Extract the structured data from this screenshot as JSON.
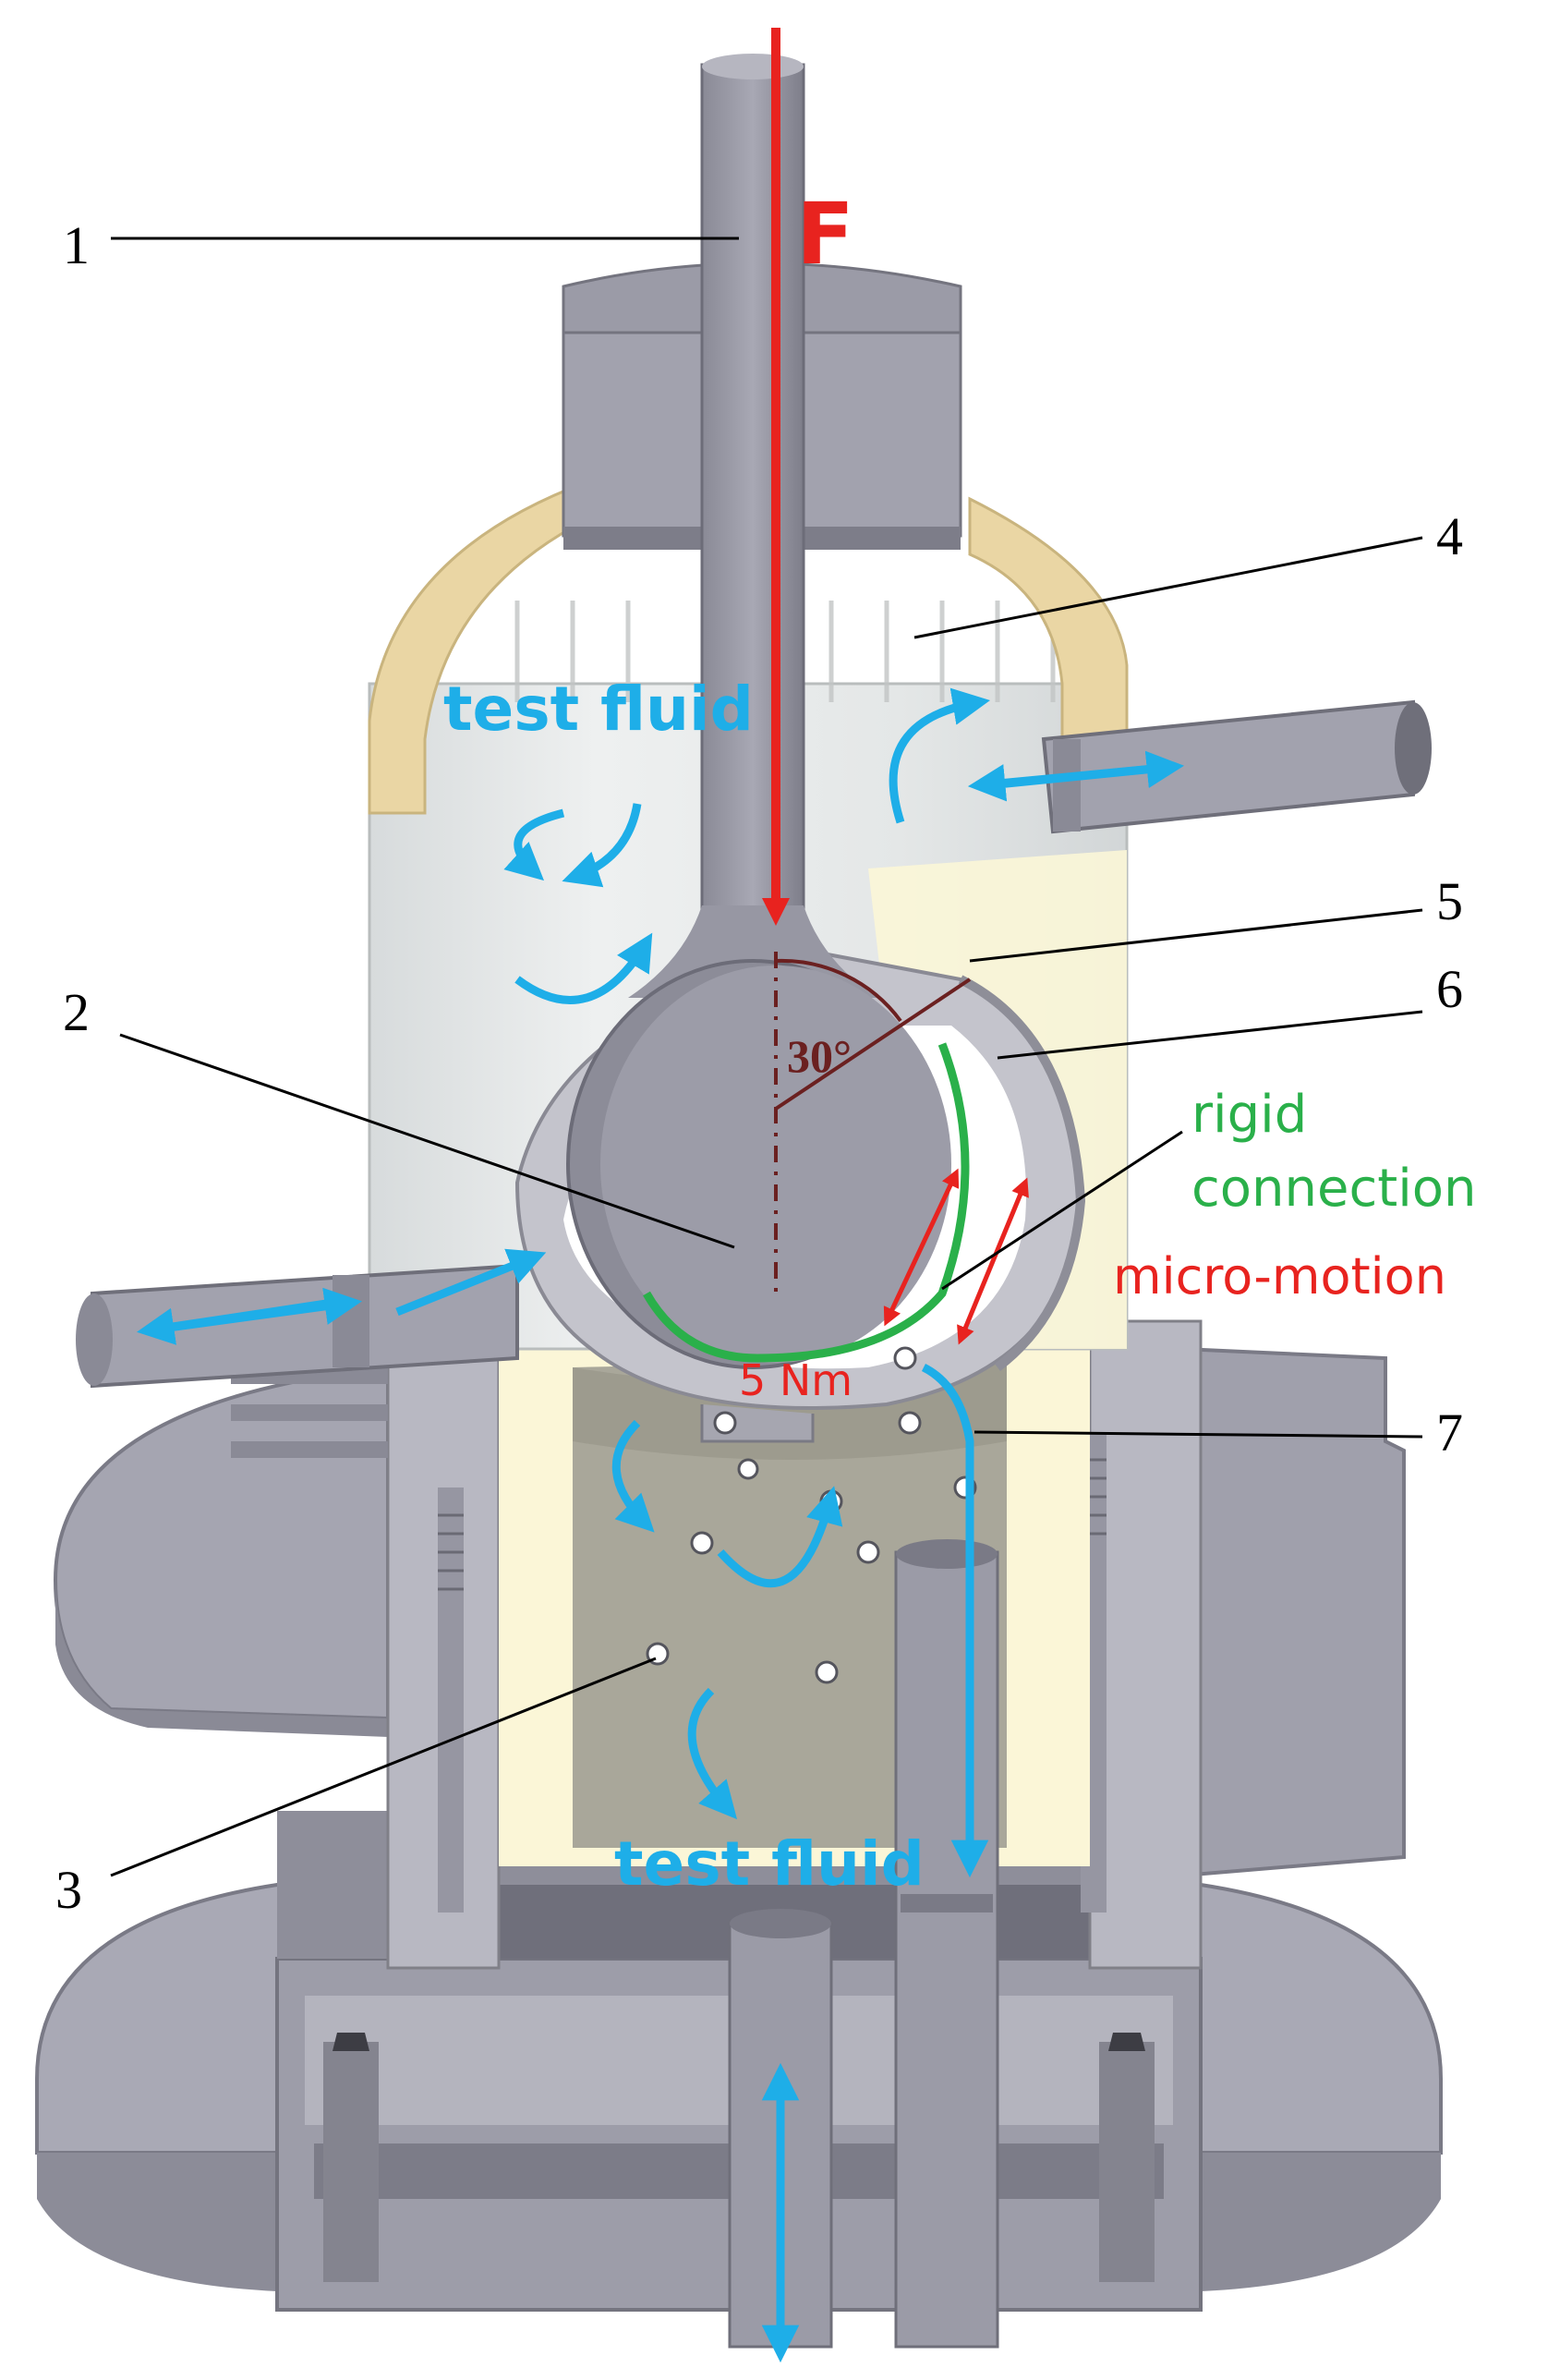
{
  "figure": {
    "labels": {
      "force": "F",
      "angle": "30°",
      "rigid_line1": "rigid",
      "rigid_line2": "connection",
      "micro_motion": "micro-motion",
      "torque": "5 Nm",
      "test_fluid_top": "test fluid",
      "test_fluid_bottom": "test fluid"
    },
    "callouts": [
      "1",
      "2",
      "3",
      "4",
      "5",
      "6",
      "7"
    ],
    "colors": {
      "metal": "#9a9aa6",
      "metal_dark": "#70707c",
      "metal_light": "#c2c2cc",
      "glass": "#e9ecec",
      "cream": "#fdf8dc",
      "tan": "#ead6a4",
      "flow_arrow": "#1eaee8",
      "force_arrow": "#e8231f",
      "rigid_connection": "#2ab04a",
      "angle_mark": "#6b2020"
    }
  }
}
